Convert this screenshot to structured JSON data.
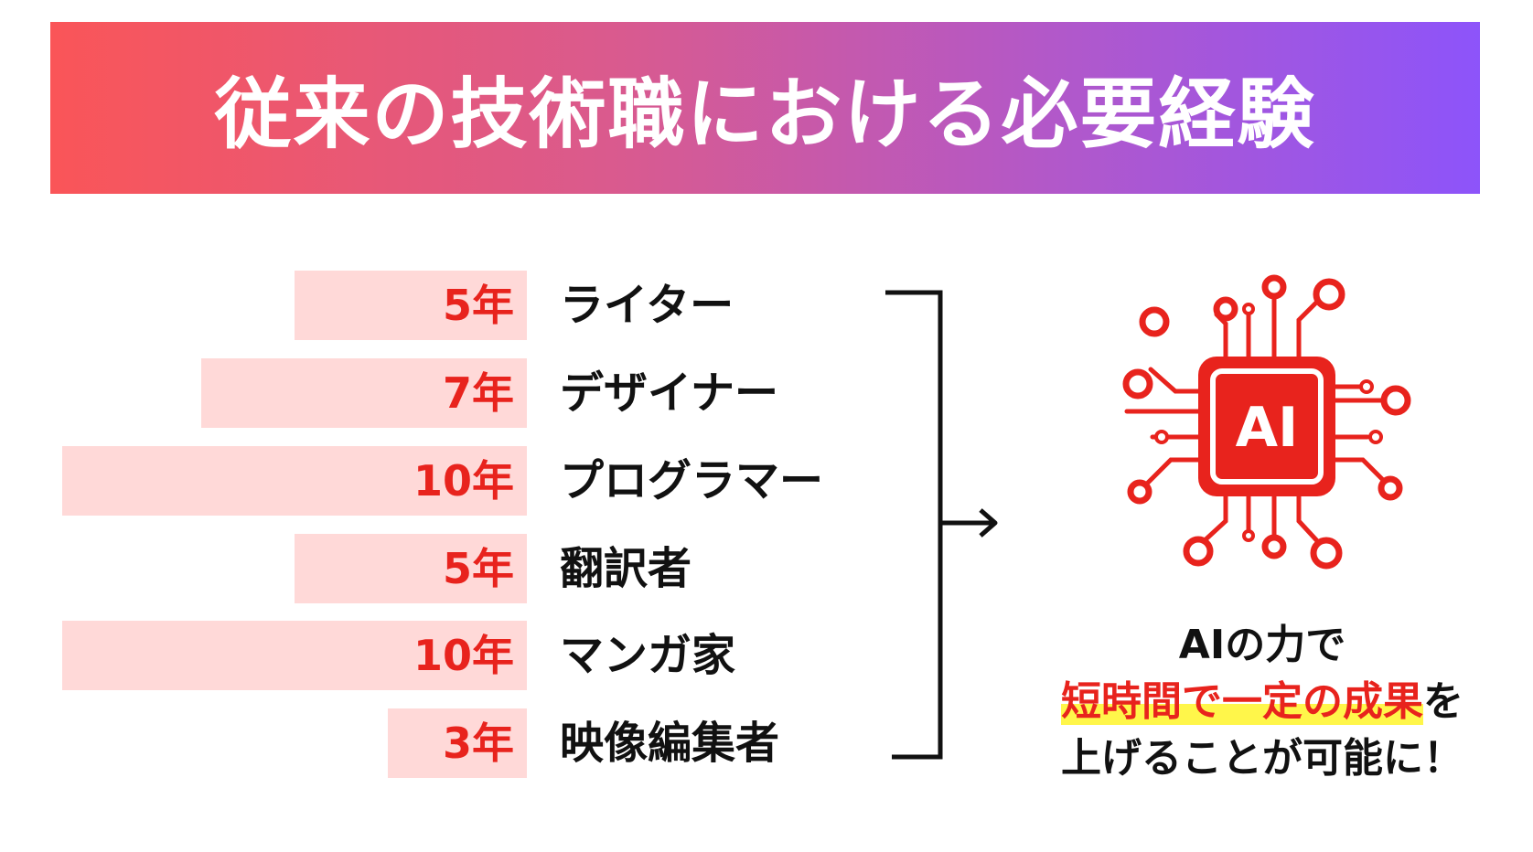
{
  "title": "従来の技術職における必要経験",
  "jobs": [
    {
      "years": "5年",
      "name": "ライター",
      "years_value": 5
    },
    {
      "years": "7年",
      "name": "デザイナー",
      "years_value": 7
    },
    {
      "years": "10年",
      "name": "プログラマー",
      "years_value": 10
    },
    {
      "years": "5年",
      "name": "翻訳者",
      "years_value": 5
    },
    {
      "years": "10年",
      "name": "マンガ家",
      "years_value": 10
    },
    {
      "years": "3年",
      "name": "映像編集者",
      "years_value": 3
    }
  ],
  "ai": {
    "icon": "ai-chip-icon",
    "chip_text": "AI",
    "caption_line1": "AIの力で",
    "caption_highlight": "短時間で一定の成果",
    "caption_line2_rest": "を",
    "caption_line3": "上げることが可能に！"
  },
  "colors": {
    "accent_red": "#e8231d",
    "bar_pink": "#ffd9d8",
    "gradient_start": "#fa5558",
    "gradient_end": "#8d54fa",
    "highlight_yellow": "#fff64a"
  }
}
